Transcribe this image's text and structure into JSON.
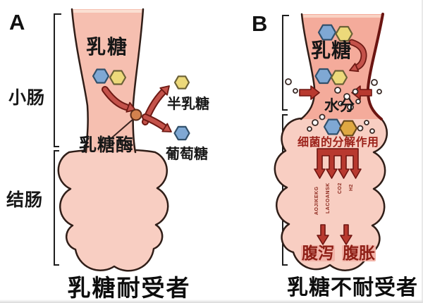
{
  "figure": {
    "panel_a": {
      "letter": "A",
      "small_intestine_label": "小肠",
      "colon_label": "结肠",
      "lactose": "乳糖",
      "lactase": "乳糖酶",
      "galactose": "半乳糖",
      "glucose": "葡萄糖",
      "caption": "乳糖耐受者"
    },
    "panel_b": {
      "letter": "B",
      "lactose": "乳糖",
      "water": "水分",
      "bacteria_action": "细菌的分解作用",
      "gases": [
        "AOJIKEKG",
        "LACOANSK",
        "CO2",
        "H2"
      ],
      "diarrhea": "腹泻",
      "bloating": "腹胀",
      "caption": "乳糖不耐受者"
    },
    "colors": {
      "intestine_fill": "#f6bfb0",
      "intestine_fill_b": "#f4ab9b",
      "colon_fill": "#f8cec2",
      "outline": "#301e18",
      "arrow_red": "#c4524a",
      "dark_red": "#b8392f",
      "dark_red_text": "#9c231b",
      "hex_blue": "#7fa8d4",
      "hex_yellow": "#ecd97a",
      "hex_orange": "#dfa842",
      "enzyme_orange": "#d3814e"
    }
  }
}
